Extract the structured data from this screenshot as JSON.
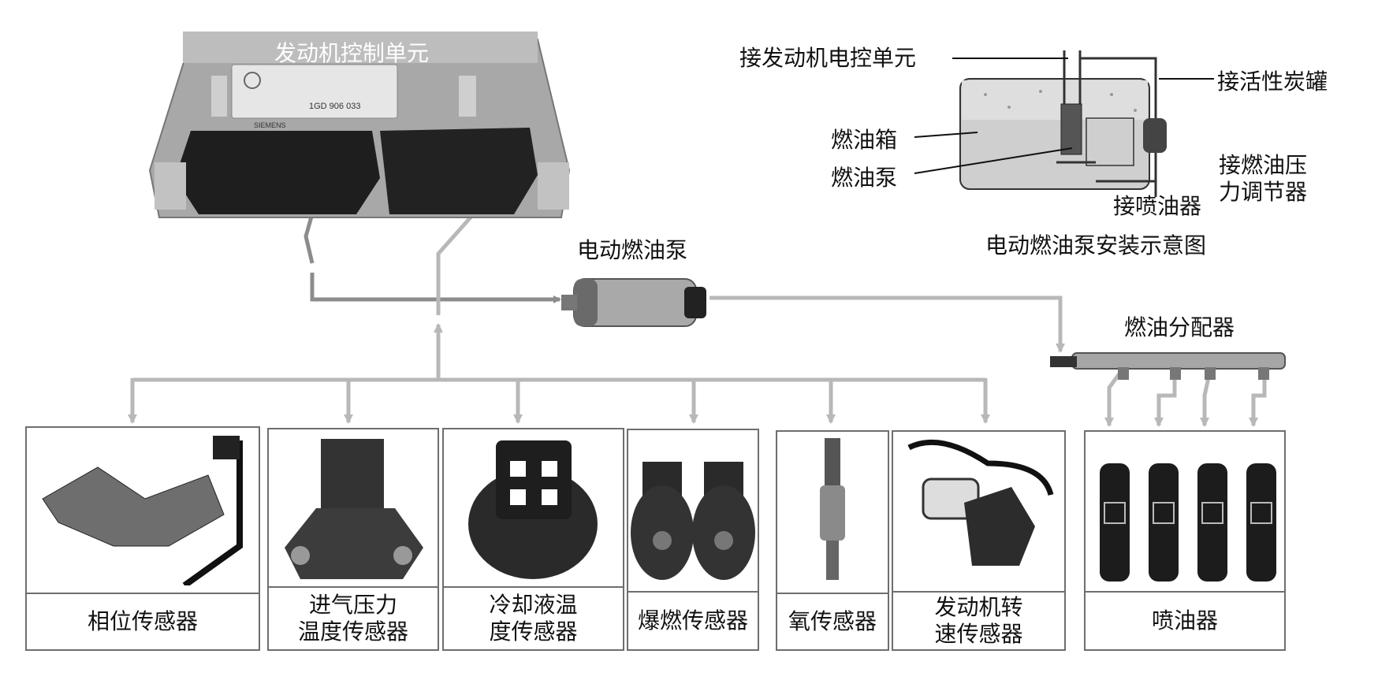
{
  "ecu": {
    "label": "发动机控制单元",
    "plate_text": "1GD 906 033",
    "brand": "SIEMENS"
  },
  "pump": {
    "label": "电动燃油泵"
  },
  "install_diagram": {
    "caption": "电动燃油泵安装示意图",
    "callouts": {
      "to_ecu": "接发动机电控单元",
      "to_canister": "接活性炭罐",
      "tank": "燃油箱",
      "pump": "燃油泵",
      "to_regulator_line1": "接燃油压",
      "to_regulator_line2": "力调节器",
      "to_injector": "接喷油器"
    }
  },
  "rail": {
    "label": "燃油分配器"
  },
  "sensors": [
    {
      "lines": [
        "相位传感器"
      ]
    },
    {
      "lines": [
        "进气压力",
        "温度传感器"
      ]
    },
    {
      "lines": [
        "冷却液温",
        "度传感器"
      ]
    },
    {
      "lines": [
        "爆燃传感器"
      ]
    },
    {
      "lines": [
        "氧传感器"
      ]
    },
    {
      "lines": [
        "发动机转",
        "速传感器"
      ]
    }
  ],
  "injectors": {
    "lines": [
      "喷油器"
    ]
  },
  "colors": {
    "wire_dark": "#8c8c8c",
    "wire_light": "#b8b8b8",
    "box_border": "#6e6e6e"
  }
}
